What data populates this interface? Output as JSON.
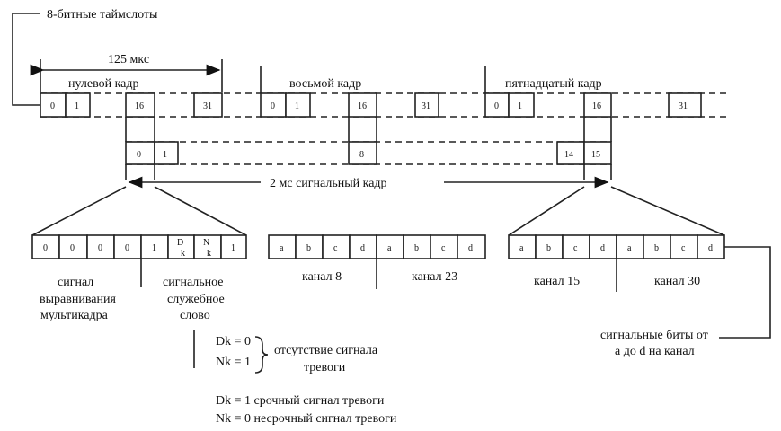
{
  "diagram": {
    "title_8bit": "8-битные таймслоты",
    "time_125": "125 мкс",
    "frame0": "нулевой кадр",
    "frame8": "восьмой  кадр",
    "frame15": "пятнадцатый кадр",
    "f0_cells": [
      "0",
      "1",
      "16",
      "31"
    ],
    "f8_cells": [
      "0",
      "1",
      "16",
      "31"
    ],
    "f15_cells": [
      "0",
      "1",
      "16",
      "31"
    ],
    "sig_cells": [
      "0",
      "1",
      "8",
      "14",
      "15"
    ],
    "sig_frame_label": "2 мс сигнальный кадр",
    "bits0": [
      "0",
      "0",
      "0",
      "0",
      "1",
      "D",
      "k",
      "N",
      "k",
      "1"
    ],
    "abcd": [
      "a",
      "b",
      "c",
      "d"
    ],
    "align_signal": [
      "сигнал",
      "выравнивания",
      "мультикадра"
    ],
    "service_word": [
      "сигнальное",
      "служебное",
      "слово"
    ],
    "ch8": "канал 8",
    "ch23": "канал 23",
    "ch15": "канал 15",
    "ch30": "канал 30",
    "sig_bits": [
      "сигнальные биты от",
      "а до d на канал"
    ],
    "dk0": "Dk = 0",
    "nk1": "Nk = 1",
    "no_alarm": [
      "отсутствие сигнала",
      "тревоги"
    ],
    "dk1_line": "Dk = 1 срочный сигнал тревоги",
    "nk0_line": "Nk = 0 несрочный сигнал тревоги"
  }
}
